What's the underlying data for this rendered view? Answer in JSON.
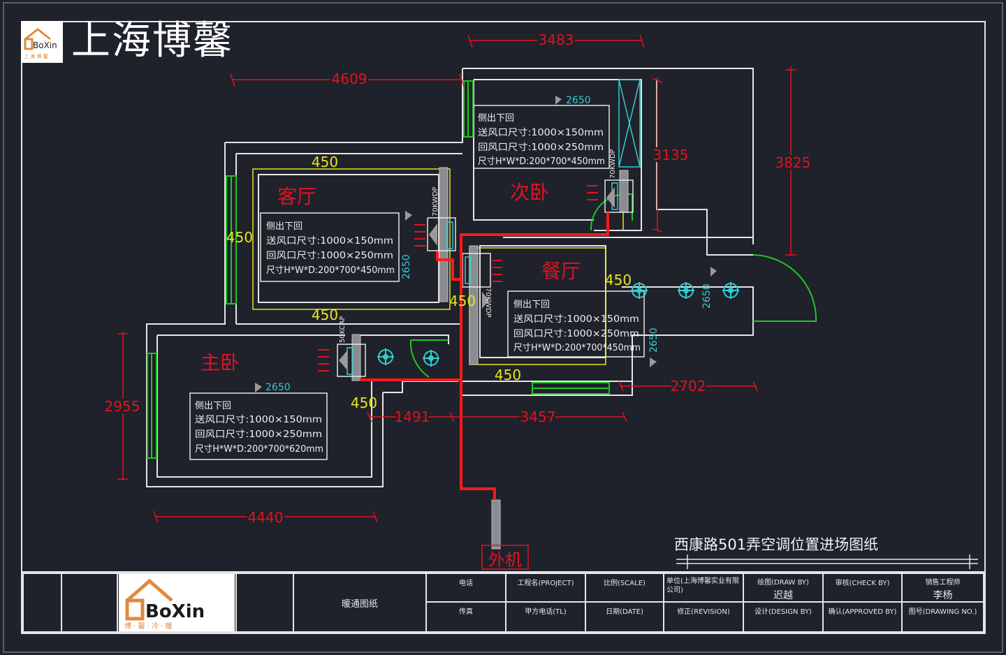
{
  "header": {
    "brand_title": "上海博馨",
    "logo_text": "BoXin",
    "logo_sub": "上 海 博 馨"
  },
  "colors": {
    "background": "#1f212b",
    "wall": "#e6e6e6",
    "dimension": "#e0141e",
    "clearance": "#e6e61e",
    "window": "#1ec81e",
    "unit": "#30d0d0",
    "pipe": "#ff1a1a",
    "text": "#f0f0f0"
  },
  "dimensions": {
    "top_right_width": "3483",
    "top_left_width": "4609",
    "right_height_1": "3135",
    "right_height_2": "3825",
    "left_height": "2955",
    "bottom_left_width": "4440",
    "bottom_mid_1": "1491",
    "bottom_mid_2": "3457",
    "bottom_right": "2702"
  },
  "clearances": {
    "value": "450"
  },
  "rooms": [
    {
      "name": "客厅",
      "spec_lines": [
        "侧出下回",
        "送风口尺寸:1000×150mm",
        "回风口尺寸:1000×250mm",
        "尺寸H*W*D:200*700*450mm"
      ],
      "height_mark": "2650"
    },
    {
      "name": "次卧",
      "spec_lines": [
        "侧出下回",
        "送风口尺寸:1000×150mm",
        "回风口尺寸:1000×250mm",
        "尺寸H*W*D:200*700*450mm"
      ],
      "height_mark": "2650"
    },
    {
      "name": "餐厅",
      "spec_lines": [
        "侧出下回",
        "送风口尺寸:1000×150mm",
        "回风口尺寸:1000×250mm",
        "尺寸H*W*D:200*700*450mm"
      ],
      "height_mark": "2650"
    },
    {
      "name": "主卧",
      "spec_lines": [
        "侧出下回",
        "送风口尺寸:1000×150mm",
        "回风口尺寸:1000×250mm",
        "尺寸H*W*D:200*700*620mm"
      ],
      "height_mark": "2650"
    }
  ],
  "unit_labels": {
    "living": "70KWDP",
    "second_bed": "70KWDP",
    "dining": "70KWDP",
    "master": "50KCAP"
  },
  "corridor_height_mark": "2650",
  "outdoor_unit_label": "外机",
  "drawing_title": "西康路501弄空调位置进场图纸",
  "title_block": {
    "logo_text": "BoXin",
    "logo_sub": "博 · 馨 · 冷 · 暖",
    "drawing_type": "暖通图纸",
    "cells": [
      {
        "label": "电话",
        "value": ""
      },
      {
        "label": "传真",
        "value": ""
      },
      {
        "label": "工程名(PROJECT)",
        "value": ""
      },
      {
        "label": "甲方电话(TL)",
        "value": ""
      },
      {
        "label": "比例(SCALE)",
        "value": ""
      },
      {
        "label": "日期(DATE)",
        "value": ""
      },
      {
        "label": "单位(上海博馨实业有限公司)",
        "value": ""
      },
      {
        "label": "修正(REVISION)",
        "value": ""
      },
      {
        "label": "绘图(DRAW BY)",
        "value": "迟越"
      },
      {
        "label": "设计(DESIGN BY)",
        "value": ""
      },
      {
        "label": "审核(CHECK BY)",
        "value": ""
      },
      {
        "label": "确认(APPROVED BY)",
        "value": ""
      },
      {
        "label": "销售工程师",
        "value": "李杨"
      },
      {
        "label": "图号(DRAWING NO.)",
        "value": ""
      }
    ]
  }
}
